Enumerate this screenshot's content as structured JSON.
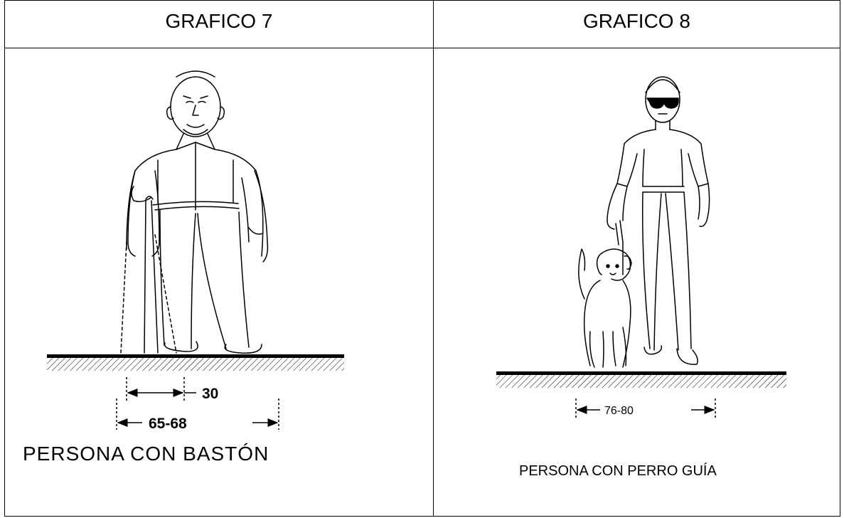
{
  "headers": {
    "left": "GRAFICO 7",
    "right": "GRAFICO 8"
  },
  "figure7": {
    "dim_inner": "30",
    "dim_outer": "65-68",
    "caption": "PERSONA CON BASTÓN"
  },
  "figure8": {
    "dim_outer": "76-80",
    "caption": "PERSONA CON PERRO GUÍA"
  }
}
